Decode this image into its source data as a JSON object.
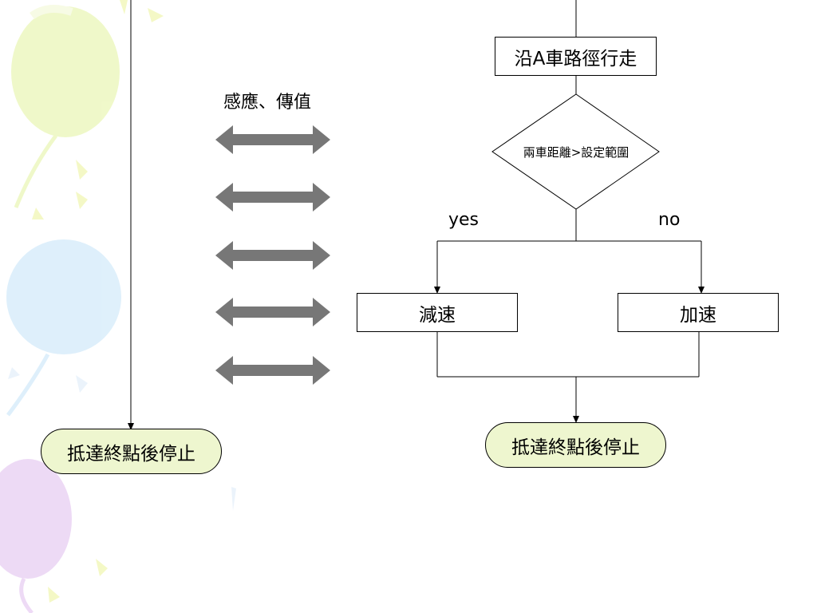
{
  "colors": {
    "pill_fill": "#eef6cf",
    "arrow": "#777777",
    "balloon_yellow": "#eef8c4",
    "balloon_blue": "#dbeefb",
    "balloon_purple": "#ecd6f5"
  },
  "left_column": {
    "end_label": "抵達終點後停止"
  },
  "middle": {
    "sensing_label": "感應、傳值",
    "arrow_count": 5
  },
  "right_flow": {
    "start_box": "沿A車路徑行走",
    "decision": "兩車距離>設定範圍",
    "yes_label": "yes",
    "no_label": "no",
    "decelerate": "減速",
    "accelerate": "加速",
    "end_label": "抵達終點後停止"
  }
}
